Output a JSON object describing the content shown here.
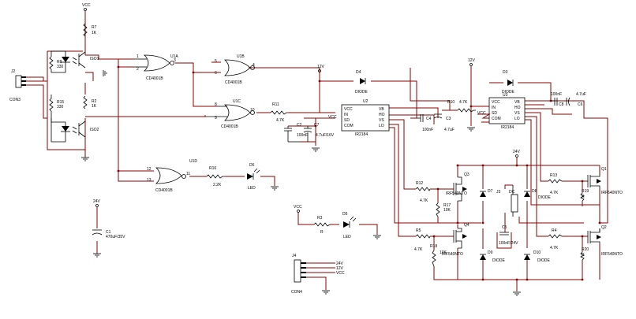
{
  "supplies": {
    "vcc": "VCC",
    "v12": "12V",
    "v24": "24V"
  },
  "connectors": {
    "j2": {
      "ref": "J2",
      "part": "CON3"
    },
    "j4": {
      "ref": "J4",
      "part": "CON4",
      "pins": [
        "24V",
        "12V",
        "VCC"
      ]
    }
  },
  "resistors": [
    {
      "ref": "R7",
      "value": "1K"
    },
    {
      "ref": "R8",
      "value": "330"
    },
    {
      "ref": "R15",
      "value": "330"
    },
    {
      "ref": "R2",
      "value": "1K"
    },
    {
      "ref": "R11",
      "value": "4.7K"
    },
    {
      "ref": "R10",
      "value": "4.7K"
    },
    {
      "ref": "R16",
      "value": "2.2K"
    },
    {
      "ref": "R3",
      "value": "R"
    },
    {
      "ref": "R12",
      "value": "4.7K"
    },
    {
      "ref": "R17",
      "value": "10K"
    },
    {
      "ref": "R5",
      "value": "4.7K"
    },
    {
      "ref": "R18",
      "value": "10K"
    },
    {
      "ref": "R13",
      "value": "4.7K"
    },
    {
      "ref": "R19",
      "value": "R"
    },
    {
      "ref": "R4",
      "value": "4.7K"
    },
    {
      "ref": "R20",
      "value": "R"
    }
  ],
  "optos": [
    "ISO1",
    "ISO2"
  ],
  "gates": [
    {
      "ref": "U1A",
      "part": "CD4001B",
      "pins": [
        "1",
        "2",
        "3"
      ]
    },
    {
      "ref": "U1B",
      "part": "CD4001B",
      "pins": [
        "5",
        "6",
        "4"
      ]
    },
    {
      "ref": "U1C",
      "part": "CD4001B",
      "pins": [
        "8",
        "9",
        "10"
      ]
    },
    {
      "ref": "U1D",
      "part": "CD4001B",
      "pins": [
        "12",
        "13",
        "11"
      ]
    }
  ],
  "drivers": [
    {
      "ref": "U2",
      "part": "IR2184",
      "left": [
        "VCC",
        "IN",
        "SD",
        "COM"
      ],
      "right": [
        "VB",
        "HO",
        "VS",
        "LO"
      ]
    },
    {
      "ref": "U3",
      "part": "IR2184",
      "left": [
        "VCC",
        "IN",
        "SD",
        "COM"
      ],
      "right": [
        "VB",
        "HO",
        "VS",
        "LO"
      ]
    }
  ],
  "caps": [
    {
      "ref": "C1",
      "value": "470uF/35V"
    },
    {
      "ref": "C2",
      "value": "100nF"
    },
    {
      "ref": "C7",
      "value": "4.7uF/16V"
    },
    {
      "ref": "C4",
      "value": "100nF"
    },
    {
      "ref": "C3",
      "value": "4.7uF"
    },
    {
      "ref": "C8",
      "value": "100nF"
    },
    {
      "ref": "C6",
      "value": "4.7uF"
    },
    {
      "ref": "C5",
      "value": "100nF/24V"
    }
  ],
  "diodes": [
    "D4",
    "D3",
    "D7",
    "D8",
    "D9",
    "D10"
  ],
  "diode_part": "DIODE",
  "leds": [
    {
      "ref": "D6",
      "part": "LED"
    },
    {
      "ref": "D5",
      "part": "LED"
    }
  ],
  "mosfets": [
    {
      "ref": "Q3",
      "part": "IRF540NTO"
    },
    {
      "ref": "Q4",
      "part": "IRF540NTO"
    },
    {
      "ref": "Q1",
      "part": "IRF540NTO"
    },
    {
      "ref": "Q2",
      "part": "IRF540NTO"
    }
  ],
  "load": {
    "ref": "J3",
    "part": "DC"
  }
}
